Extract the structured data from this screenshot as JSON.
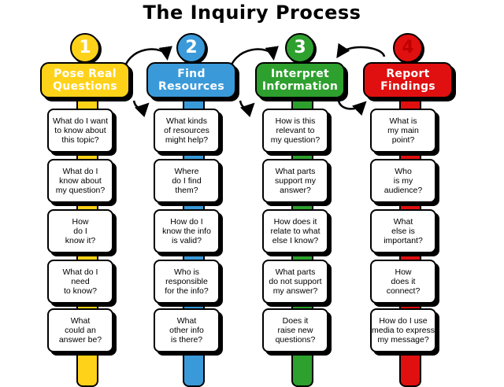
{
  "title": "The Inquiry Process",
  "steps": [
    {
      "number": "1",
      "heading": "Pose Real\nQuestions",
      "color": "#ffd21a",
      "questions": [
        "What do I want\nto know about\nthis topic?",
        "What do I\nknow about\nmy question?",
        "How\ndo I\nknow it?",
        "What do I\nneed\nto know?",
        "What\ncould an\nanswer be?"
      ]
    },
    {
      "number": "2",
      "heading": "Find\nResources",
      "color": "#3a9ad9",
      "questions": [
        "What kinds\nof resources\nmight help?",
        "Where\ndo I find\nthem?",
        "How do I\nknow the info\nis valid?",
        "Who is\nresponsible\nfor the info?",
        "What\nother info\nis there?"
      ]
    },
    {
      "number": "3",
      "heading": "Interpret\nInformation",
      "color": "#2ea02e",
      "questions": [
        "How is this\nrelevant to\nmy question?",
        "What parts\nsupport my\nanswer?",
        "How does it\nrelate to what\nelse I know?",
        "What parts\ndo not support\nmy answer?",
        "Does it\nraise new\nquestions?"
      ]
    },
    {
      "number": "4",
      "heading": "Report\nFindings",
      "color": "#e01010",
      "questions": [
        "What is\nmy main\npoint?",
        "Who\nis my\naudience?",
        "What\nelse is\nimportant?",
        "How\ndoes it\nconnect?",
        "How do I use\nmedia to express\nmy message?"
      ]
    }
  ]
}
